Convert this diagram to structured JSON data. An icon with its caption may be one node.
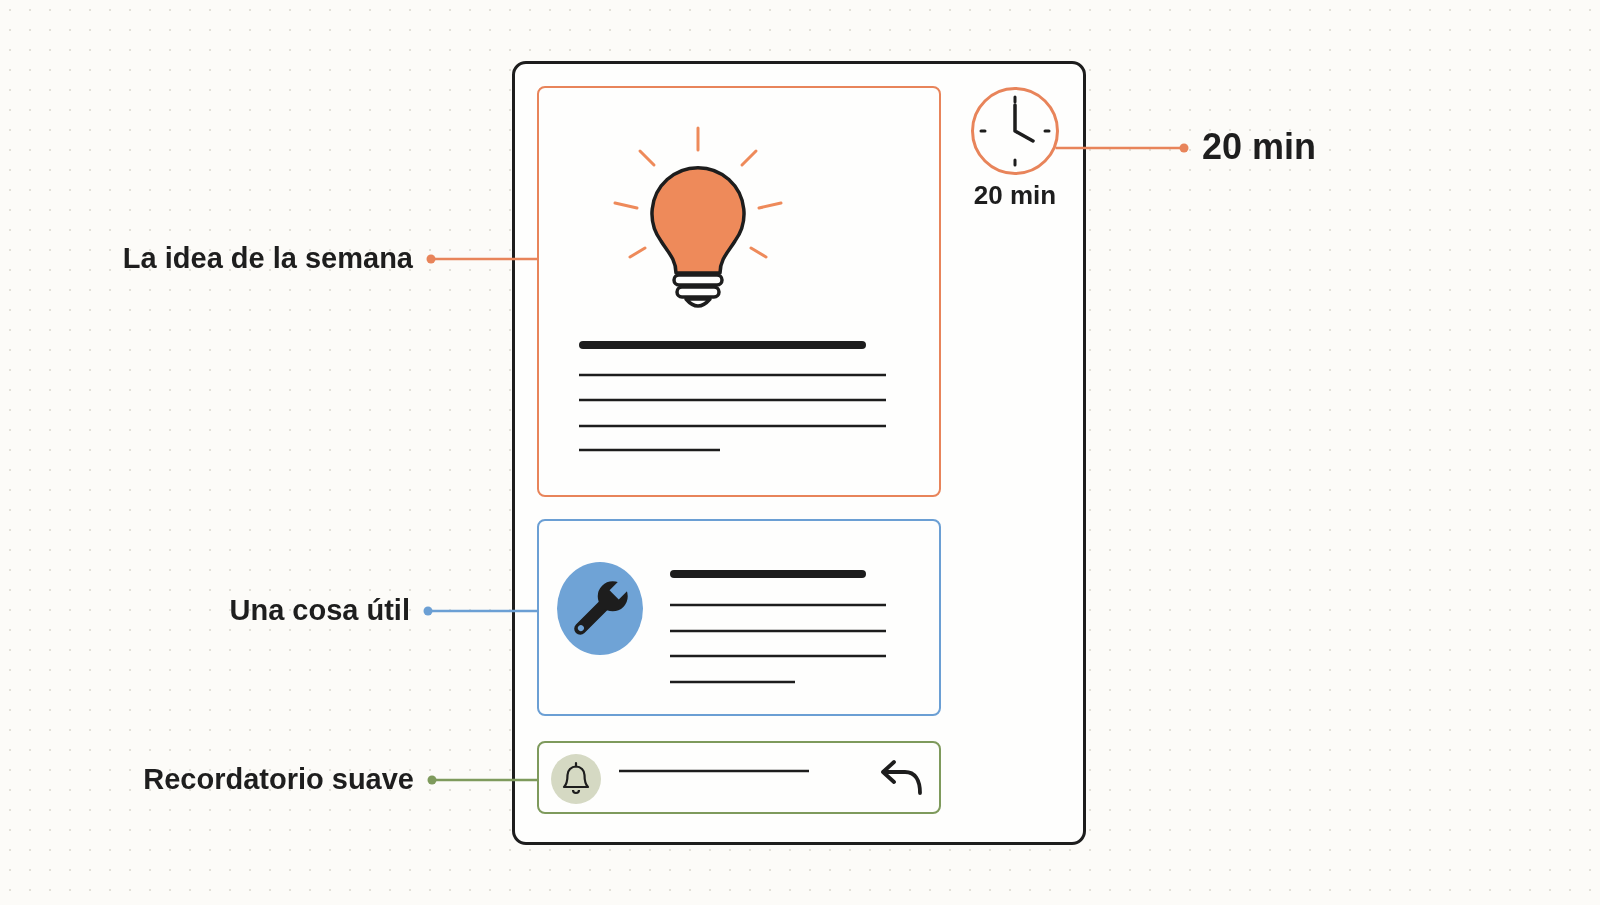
{
  "diagram": {
    "nodes": [
      {
        "text": [],
        "shape": "box"
      },
      {
        "text": [],
        "shape": "box",
        "in": 0
      },
      {
        "text": [],
        "shape": "circle",
        "in": 0,
        "beside": [
          "20 min"
        ]
      },
      {
        "text": [],
        "shape": "box",
        "in": 0
      },
      {
        "text": [],
        "shape": "box",
        "in": 0
      },
      {
        "text": [
          "20 min"
        ]
      },
      {
        "text": [
          "La idea de la semana"
        ]
      },
      {
        "text": [
          "Una cosa útil"
        ]
      },
      {
        "text": [
          "Recordatorio suave"
        ]
      }
    ],
    "edges": [
      {
        "from": 5,
        "to": 2,
        "arrow": "other"
      },
      {
        "from": 6,
        "to": 1,
        "arrow": "other"
      },
      {
        "from": 7,
        "to": 3,
        "arrow": "other",
        "color": "#6b9fd4"
      },
      {
        "from": 8,
        "to": 4,
        "arrow": "other",
        "color": "#7e9a5c"
      }
    ]
  }
}
